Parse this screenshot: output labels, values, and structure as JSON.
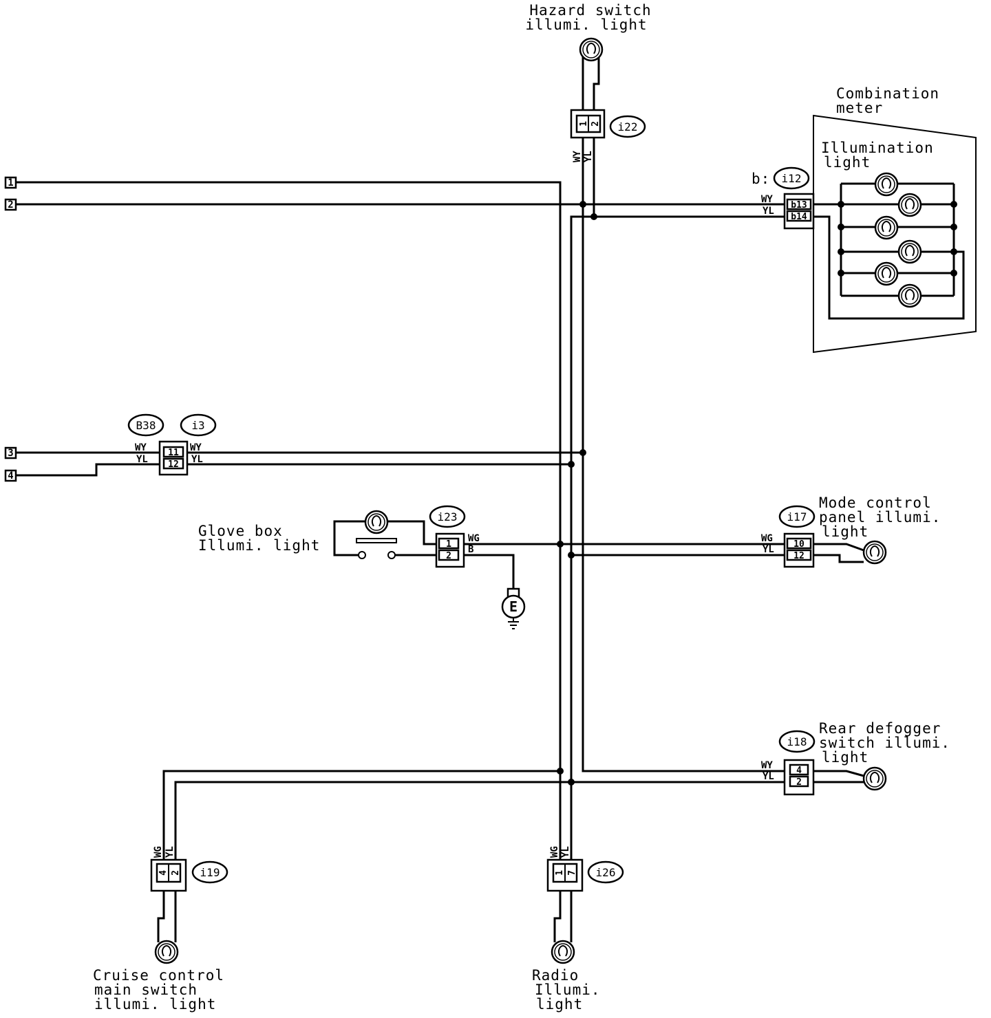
{
  "diagram": {
    "components": {
      "hazard": [
        "Hazard switch",
        "illumi. light"
      ],
      "combination_meter": [
        "Combination",
        "meter"
      ],
      "illumination_light": [
        "Illumination",
        "light"
      ],
      "mode_control": [
        "Mode control",
        "panel illumi.",
        "light"
      ],
      "glove_box": [
        "Glove box",
        "Illumi. light"
      ],
      "rear_defogger": [
        "Rear defogger",
        "switch illumi.",
        "light"
      ],
      "cruise_control": [
        "Cruise control",
        "main switch",
        "illumi. light"
      ],
      "radio": [
        "Radio",
        "Illumi.",
        "light"
      ]
    },
    "connectors": {
      "i22": "i22",
      "i12_prefix": "b:",
      "i12": "i12",
      "B38": "B38",
      "i3": "i3",
      "i23": "i23",
      "i17": "i17",
      "i18": "i18",
      "i19": "i19",
      "i26": "i26"
    },
    "entry_points": [
      "1",
      "2",
      "3",
      "4"
    ],
    "wire_colors": {
      "WY": "WY",
      "YL": "YL",
      "WG": "WG",
      "B": "B"
    },
    "pins": {
      "i22": [
        "1",
        "2"
      ],
      "i12": [
        "b13",
        "b14"
      ],
      "B38": [
        "11",
        "12"
      ],
      "i23": [
        "1",
        "2"
      ],
      "i17": [
        "10",
        "12"
      ],
      "i18": [
        "4",
        "2"
      ],
      "i19": [
        "4",
        "2"
      ],
      "i26": [
        "1",
        "7"
      ]
    },
    "ground": "E"
  }
}
